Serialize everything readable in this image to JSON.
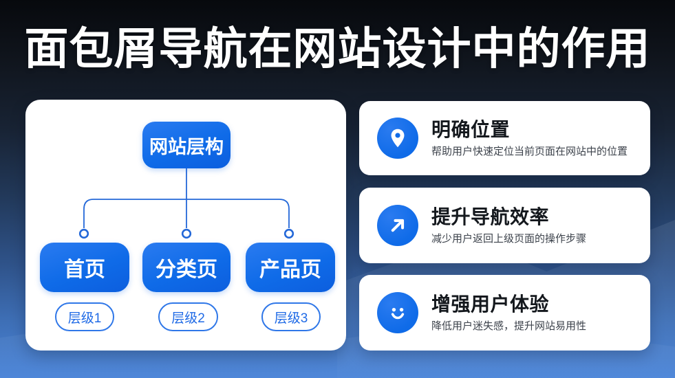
{
  "title": "面包屑导航在网站设计中的作用",
  "diagram": {
    "root": "网站层构",
    "nodes": [
      {
        "label": "首页",
        "level": "层级1"
      },
      {
        "label": "分类页",
        "level": "层级2"
      },
      {
        "label": "产品页",
        "level": "层级3"
      }
    ]
  },
  "benefits": [
    {
      "icon": "location-pin-icon",
      "title": "明确位置",
      "desc": "帮助用户快速定位当前页面在网站中的位置"
    },
    {
      "icon": "arrow-up-right-icon",
      "title": "提升导航效率",
      "desc": "减少用户返回上级页面的操作步骤"
    },
    {
      "icon": "smiley-face-icon",
      "title": "增强用户体验",
      "desc": "降低用户迷失感，提升网站易用性"
    }
  ],
  "colors": {
    "accent": "#0f6be8",
    "connector_line": "#2468d8",
    "background_top": "#07090d",
    "background_bottom": "#4a84d8",
    "card_background": "#ffffff",
    "title_text": "#ffffff",
    "benefit_title_text": "#14181d",
    "benefit_desc_text": "#3c424b"
  }
}
